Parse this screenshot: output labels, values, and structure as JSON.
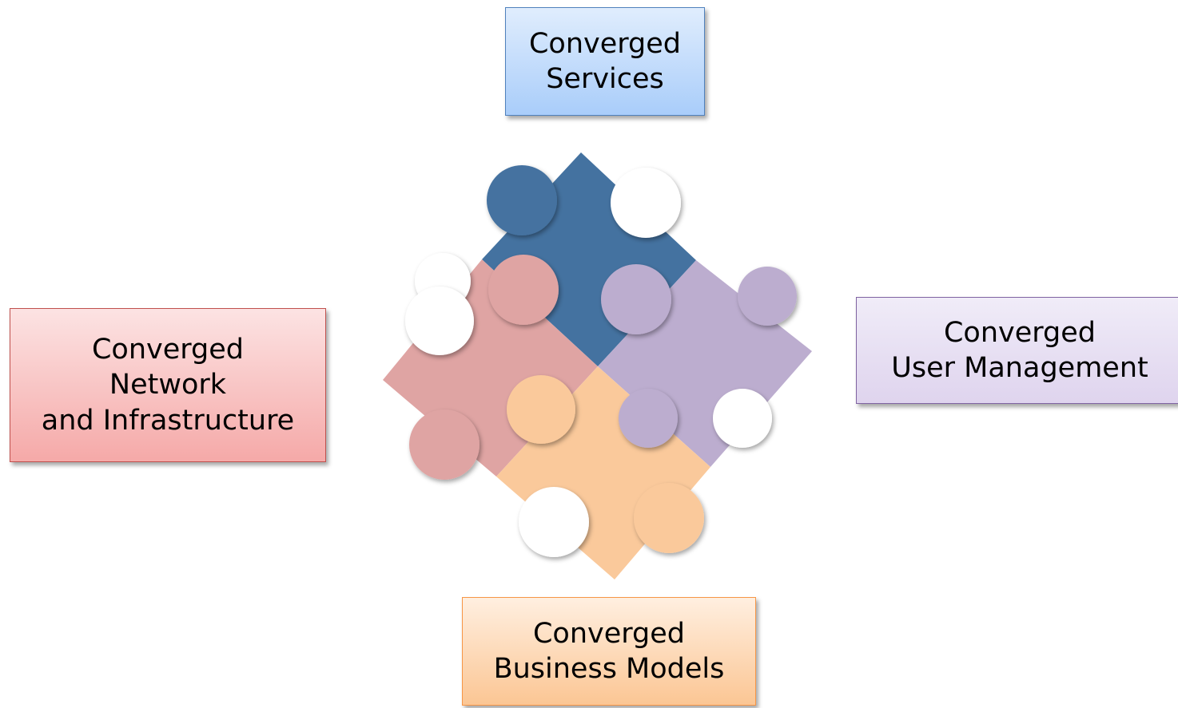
{
  "diagram": {
    "colors": {
      "services": "#4472a0",
      "network": "#dfa4a3",
      "user": "#bcadcf",
      "business": "#fac99b",
      "blank": "#ffffff"
    },
    "boxes": {
      "services": {
        "lines": [
          "Converged",
          "Services"
        ],
        "gradient_top": "#e0edfd",
        "gradient_bottom": "#a9cdfa",
        "border": "#4f81bd"
      },
      "network": {
        "lines": [
          "Converged",
          "Network",
          "and Infrastructure"
        ],
        "gradient_top": "#fce3e3",
        "gradient_bottom": "#f5a9a8",
        "border": "#c0504d"
      },
      "user": {
        "lines": [
          "Converged",
          "User Management"
        ],
        "gradient_top": "#f0ecf8",
        "gradient_bottom": "#dfd4ee",
        "border": "#8064a2"
      },
      "business": {
        "lines": [
          "Converged",
          "Business Models"
        ],
        "gradient_top": "#ffefe0",
        "gradient_bottom": "#fbc694",
        "border": "#f79646"
      }
    }
  }
}
